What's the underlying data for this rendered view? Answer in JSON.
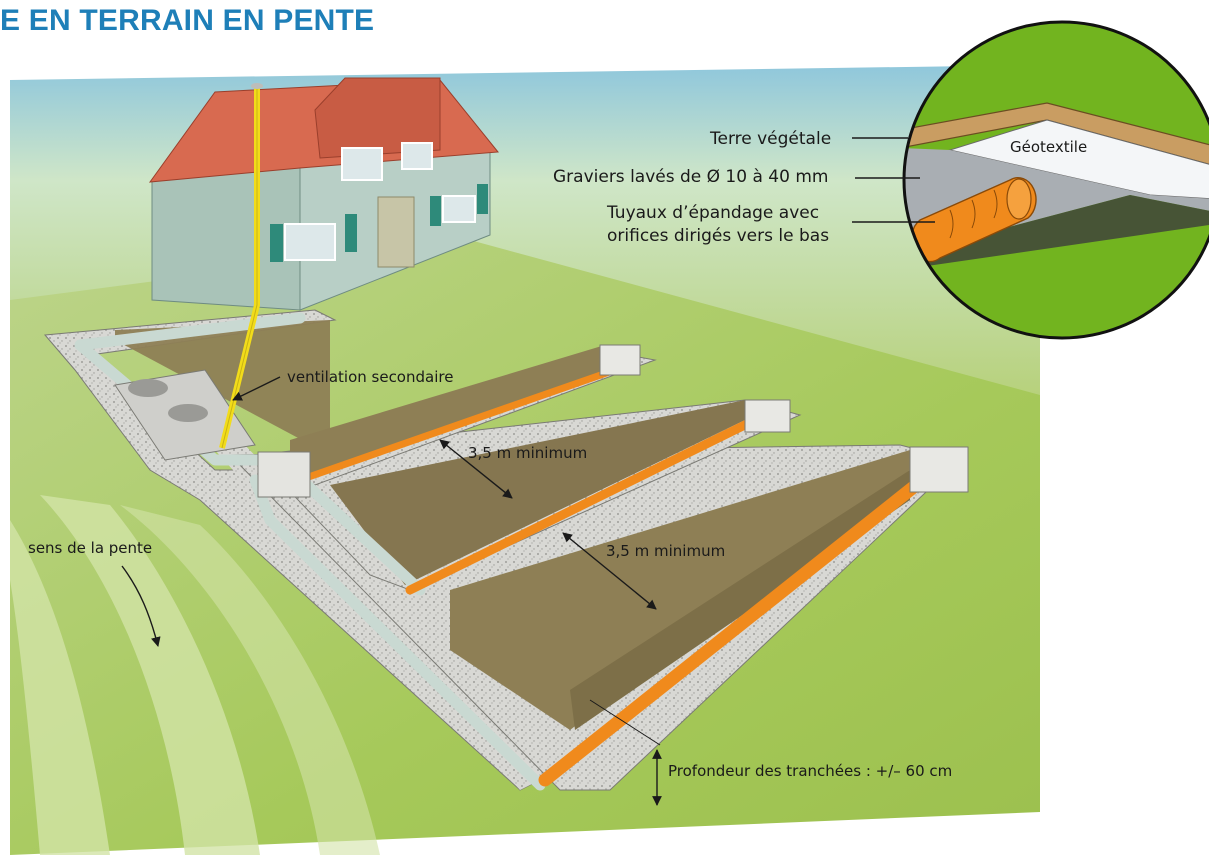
{
  "title": "E EN TERRAIN EN PENTE",
  "labels": {
    "ventilation": "ventilation secondaire",
    "spacing_1": "3,5 m minimum",
    "spacing_2": "3,5 m minimum",
    "slope": "sens de la pente",
    "depth": "Profondeur des tranchées : +/– 60 cm"
  },
  "inset": {
    "topsoil": "Terre végétale",
    "gravel": "Graviers lavés de Ø 10 à 40 mm",
    "pipe_line1": "Tuyaux d’épandage avec",
    "pipe_line2": "orifices dirigés vers le bas",
    "geotextile": "Géotextile"
  },
  "colors": {
    "title": "#1e7fb8",
    "sky": "#cfe6c8",
    "grass": "#a6c95a",
    "grass_light": "#c7dc97",
    "trench_wall": "#8e7f55",
    "gravel": "#d6d6d2",
    "pipe_orange": "#f08a1c",
    "pipe_grey": "#c9d9d2",
    "vent_yellow": "#f2dc1a",
    "roof": "#d86a50",
    "house_wall": "#a9c3b8",
    "inset_green": "#72b41f",
    "soil_brown": "#c99d62"
  }
}
